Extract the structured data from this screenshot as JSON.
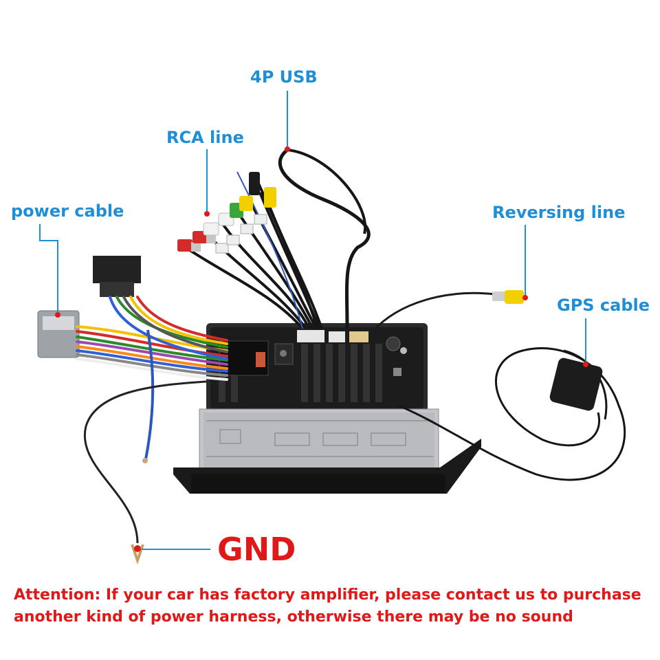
{
  "labels": {
    "usb": "4P USB",
    "rca": "RCA line",
    "power": "power cable",
    "reversing": "Reversing line",
    "gps": "GPS cable",
    "gnd": "GND"
  },
  "attention": {
    "line1": "Attention: If your car has factory amplifier, please contact us to purchase",
    "line2": "another kind of power harness, otherwise there may be no sound"
  },
  "colors": {
    "label": "#1e8fd6",
    "warning": "#e01818",
    "pointer_dot": "#e01818"
  }
}
